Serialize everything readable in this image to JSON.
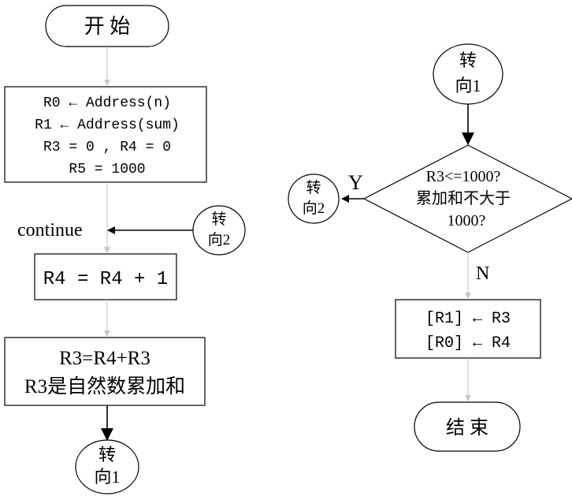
{
  "left": {
    "start": "开 始",
    "init_lines": [
      "R0 ← Address(n)",
      "R1 ← Address(sum)",
      "R3 = 0 , R4 = 0",
      "R5 = 1000"
    ],
    "continue_label": "continue",
    "connector_goto2_line1": "转",
    "connector_goto2_line2": "向2",
    "increment": "R4 = R4 + 1",
    "sum_line1": "R3=R4+R3",
    "sum_line2": "R3是自然数累加和",
    "connector_goto1_line1": "转",
    "connector_goto1_line2": "向1"
  },
  "right": {
    "connector_goto1_line1": "转",
    "connector_goto1_line2": "向1",
    "decision_line1": "R3<=1000?",
    "decision_line2": "累加和不大于",
    "decision_line3": "1000?",
    "yes_label": "Y",
    "no_label": "N",
    "connector_goto2_line1": "转",
    "connector_goto2_line2": "向2",
    "store_line1": "[R1] ← R3",
    "store_line2": "[R0] ← R4",
    "end": "结 束"
  }
}
